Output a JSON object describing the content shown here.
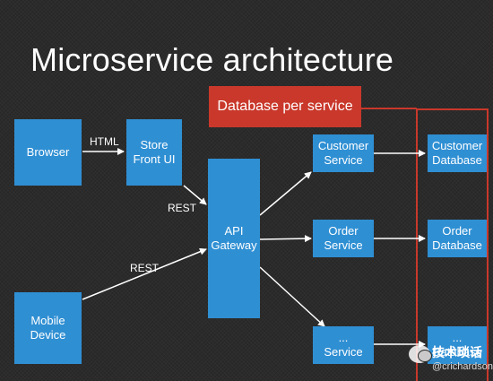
{
  "title": "Microservice architecture",
  "highlight_label": "Database per service",
  "nodes": {
    "browser": "Browser",
    "store_front_ui": "Store\nFront UI",
    "mobile_device": "Mobile\nDevice",
    "api_gateway": "API\nGateway",
    "customer_service": "Customer\nService",
    "order_service": "Order\nService",
    "other_service": "...\nService",
    "customer_database": "Customer\nDatabase",
    "order_database": "Order\nDatabase",
    "other_database": "...\nDatabase"
  },
  "edge_labels": {
    "html": "HTML",
    "rest_store": "REST",
    "rest_mobile": "REST"
  },
  "watermark": {
    "line1": "技术琐话",
    "line2": "@crichardson"
  },
  "colors": {
    "node_fill": "#2f8fd3",
    "highlight": "#c9382b",
    "background": "#2b2b2b"
  }
}
